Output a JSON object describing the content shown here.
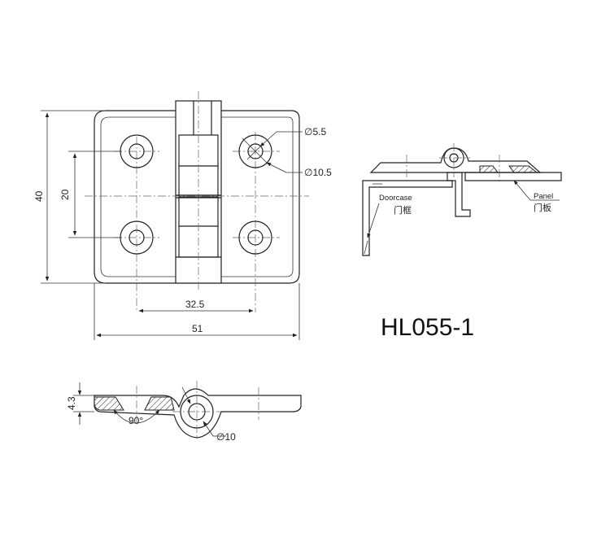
{
  "front_view": {
    "dim_height": "40",
    "dim_hole_spacing_v": "20",
    "dim_hole_spacing_h": "32.5",
    "dim_width": "51",
    "dim_small_hole": "∅5.5",
    "dim_large_hole": "∅10.5"
  },
  "side_view": {
    "dim_thickness": "4.3",
    "dim_angle": "90°",
    "dim_knuckle": "∅10"
  },
  "install_view": {
    "doorcase_label_en": "Doorcase",
    "doorcase_label_cn": "门框",
    "panel_label_en": "Panel",
    "panel_label_cn": "门板"
  },
  "model_number": "HL055-1"
}
